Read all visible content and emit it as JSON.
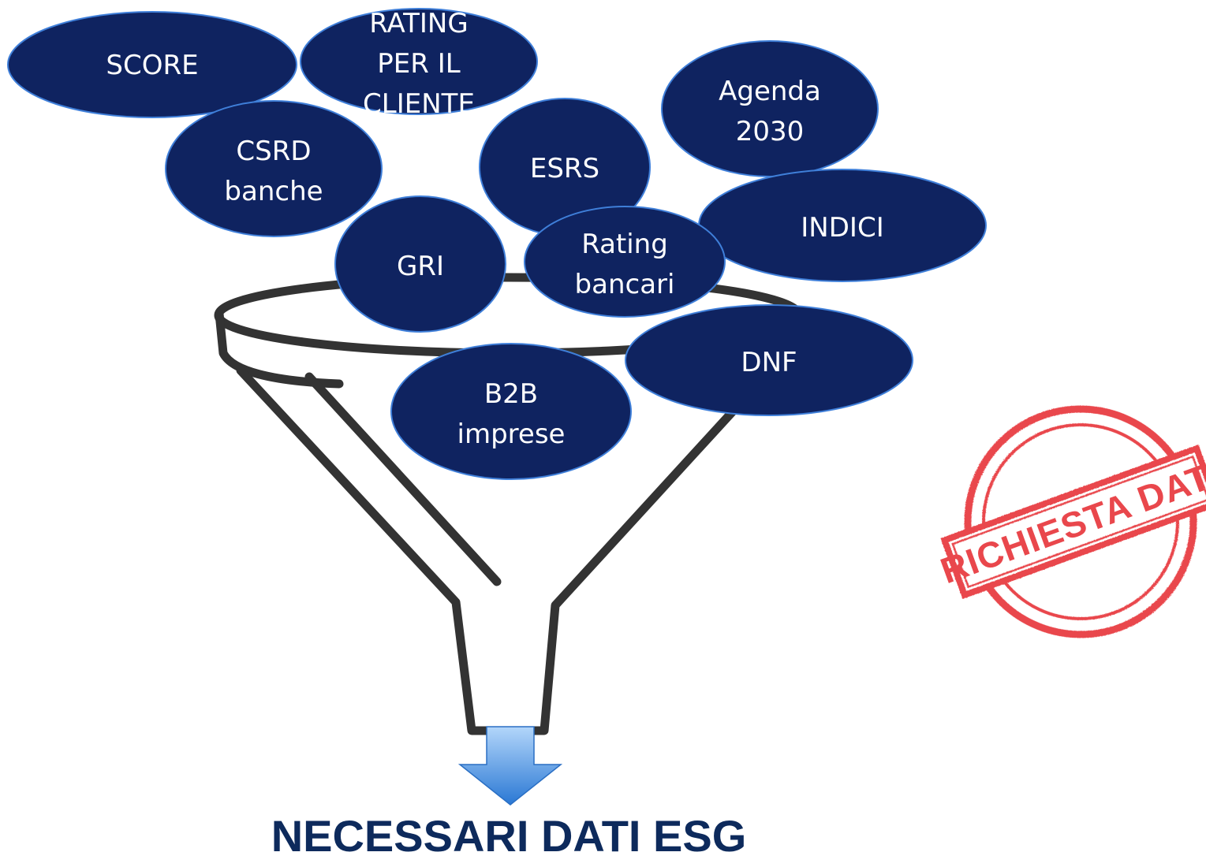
{
  "colors": {
    "bubble_fill": "#0f2360",
    "bubble_stroke": "#3f7fd9",
    "funnel_stroke": "#333333",
    "arrow_top": "#a9d0f8",
    "arrow_bottom": "#2f7ed8",
    "stamp": "#e8383d",
    "caption": "#0d2a5c"
  },
  "bubbles": {
    "score": [
      "SCORE"
    ],
    "rating_cliente": [
      "RATING",
      "PER IL",
      "CLIENTE"
    ],
    "agenda": [
      "Agenda",
      "2030"
    ],
    "csrd": [
      "CSRD",
      "banche"
    ],
    "esrs": [
      "ESRS"
    ],
    "indici": [
      "INDICI"
    ],
    "gri": [
      "GRI"
    ],
    "rating_bancari": [
      "Rating",
      "bancari"
    ],
    "dnf": [
      "DNF"
    ],
    "b2b": [
      "B2B",
      "imprese"
    ]
  },
  "stamp": {
    "label": "RICHIESTA DATI"
  },
  "caption": "NECESSARI DATI ESG"
}
